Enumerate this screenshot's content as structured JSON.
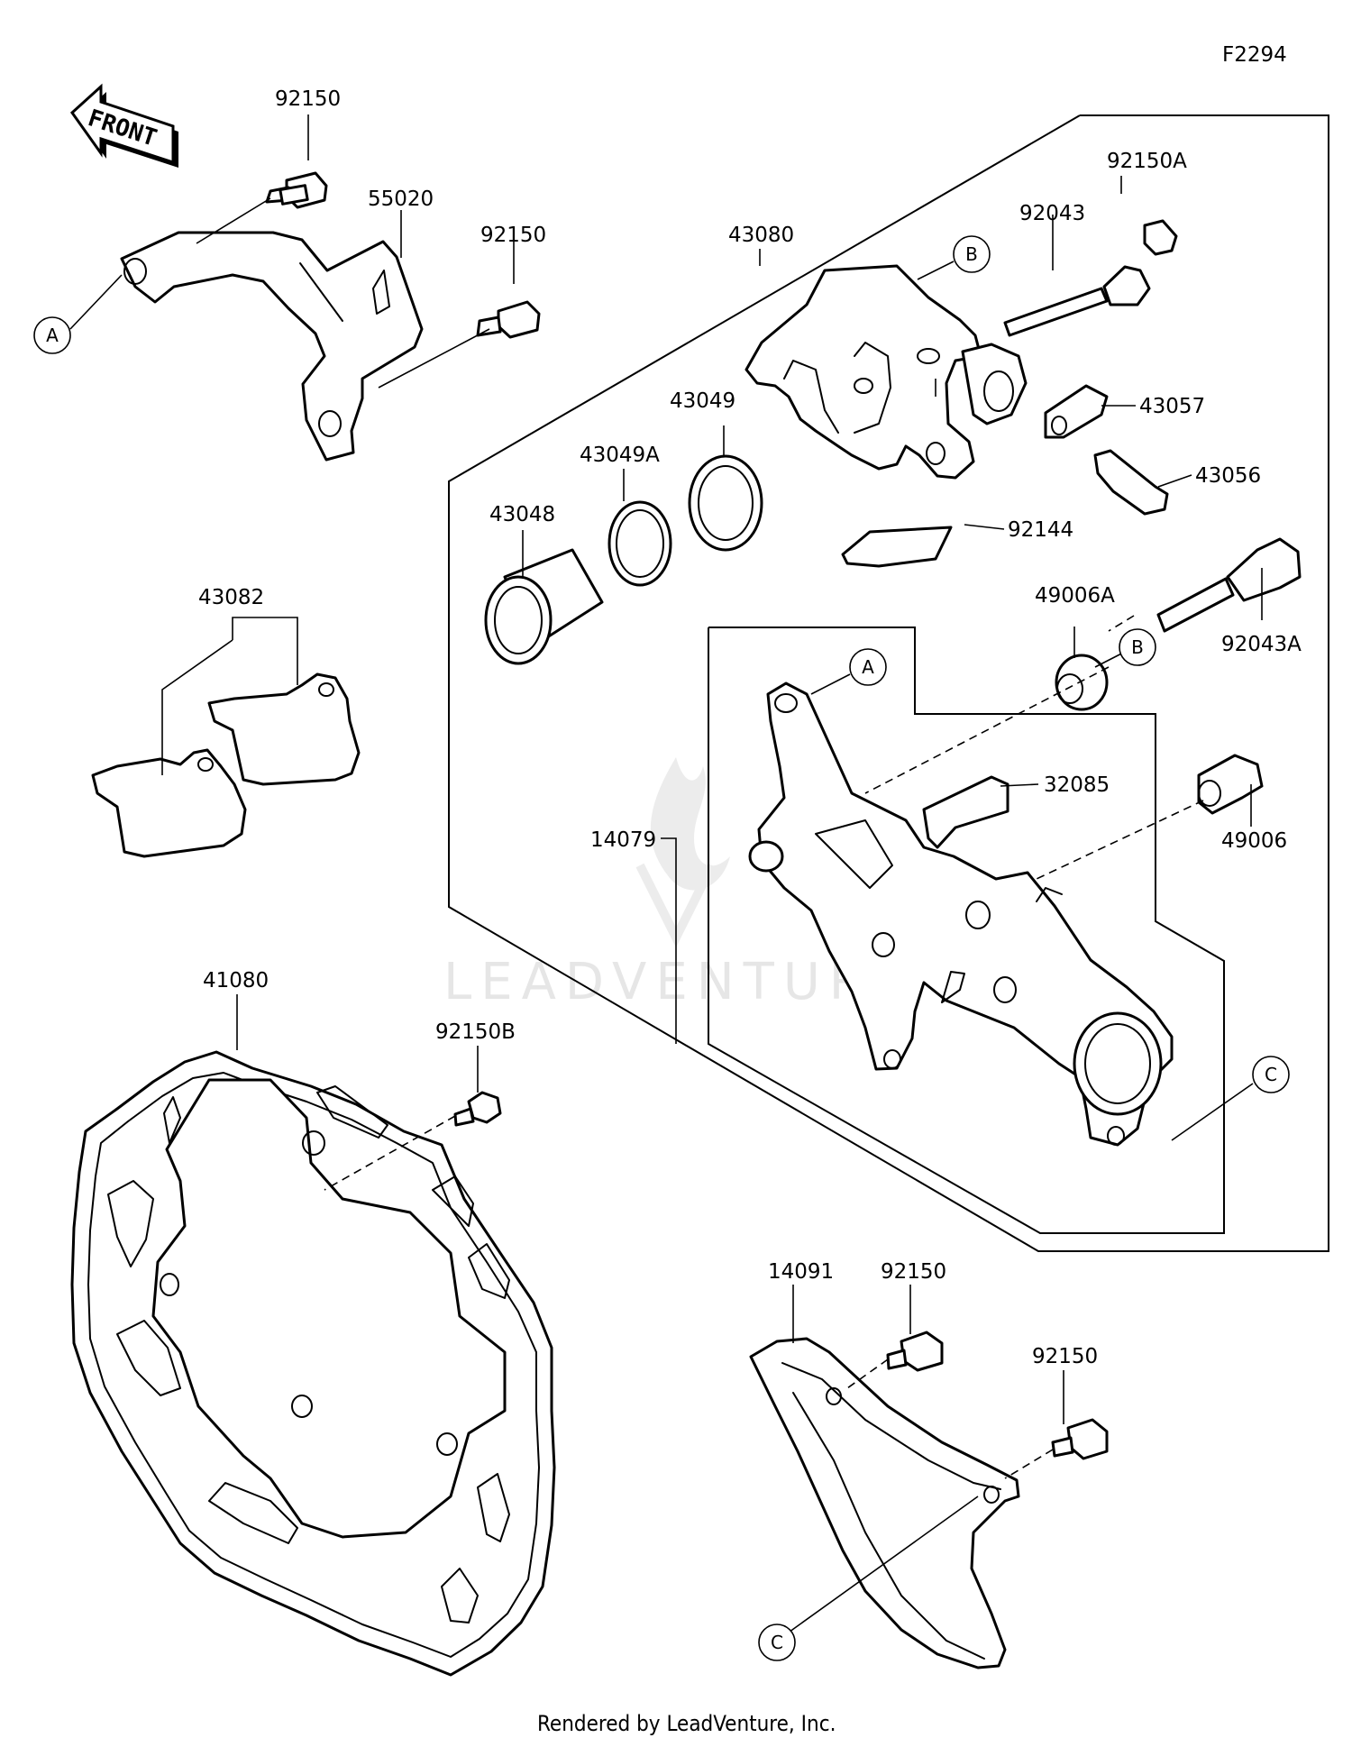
{
  "diagram_code": "F2294",
  "front_arrow_text": "FRONT",
  "watermark_text": "LEADVENTURE",
  "footer_text": "Rendered by LeadVenture, Inc.",
  "callout_letters": {
    "a": "A",
    "b": "B",
    "c": "C"
  },
  "parts": {
    "p92150_top": "92150",
    "p55020": "55020",
    "p92150_mid": "92150",
    "p43080": "43080",
    "p92150A": "92150A",
    "p92043": "92043",
    "p43049": "43049",
    "p43049A": "43049A",
    "p43048": "43048",
    "p43057": "43057",
    "p43056": "43056",
    "p92144": "92144",
    "p43082": "43082",
    "p49006A": "49006A",
    "p92043A": "92043A",
    "p32085": "32085",
    "p14079": "14079",
    "p49006": "49006",
    "p41080": "41080",
    "p92150B": "92150B",
    "p14091": "14091",
    "p92150_b1": "92150",
    "p92150_b2": "92150"
  }
}
